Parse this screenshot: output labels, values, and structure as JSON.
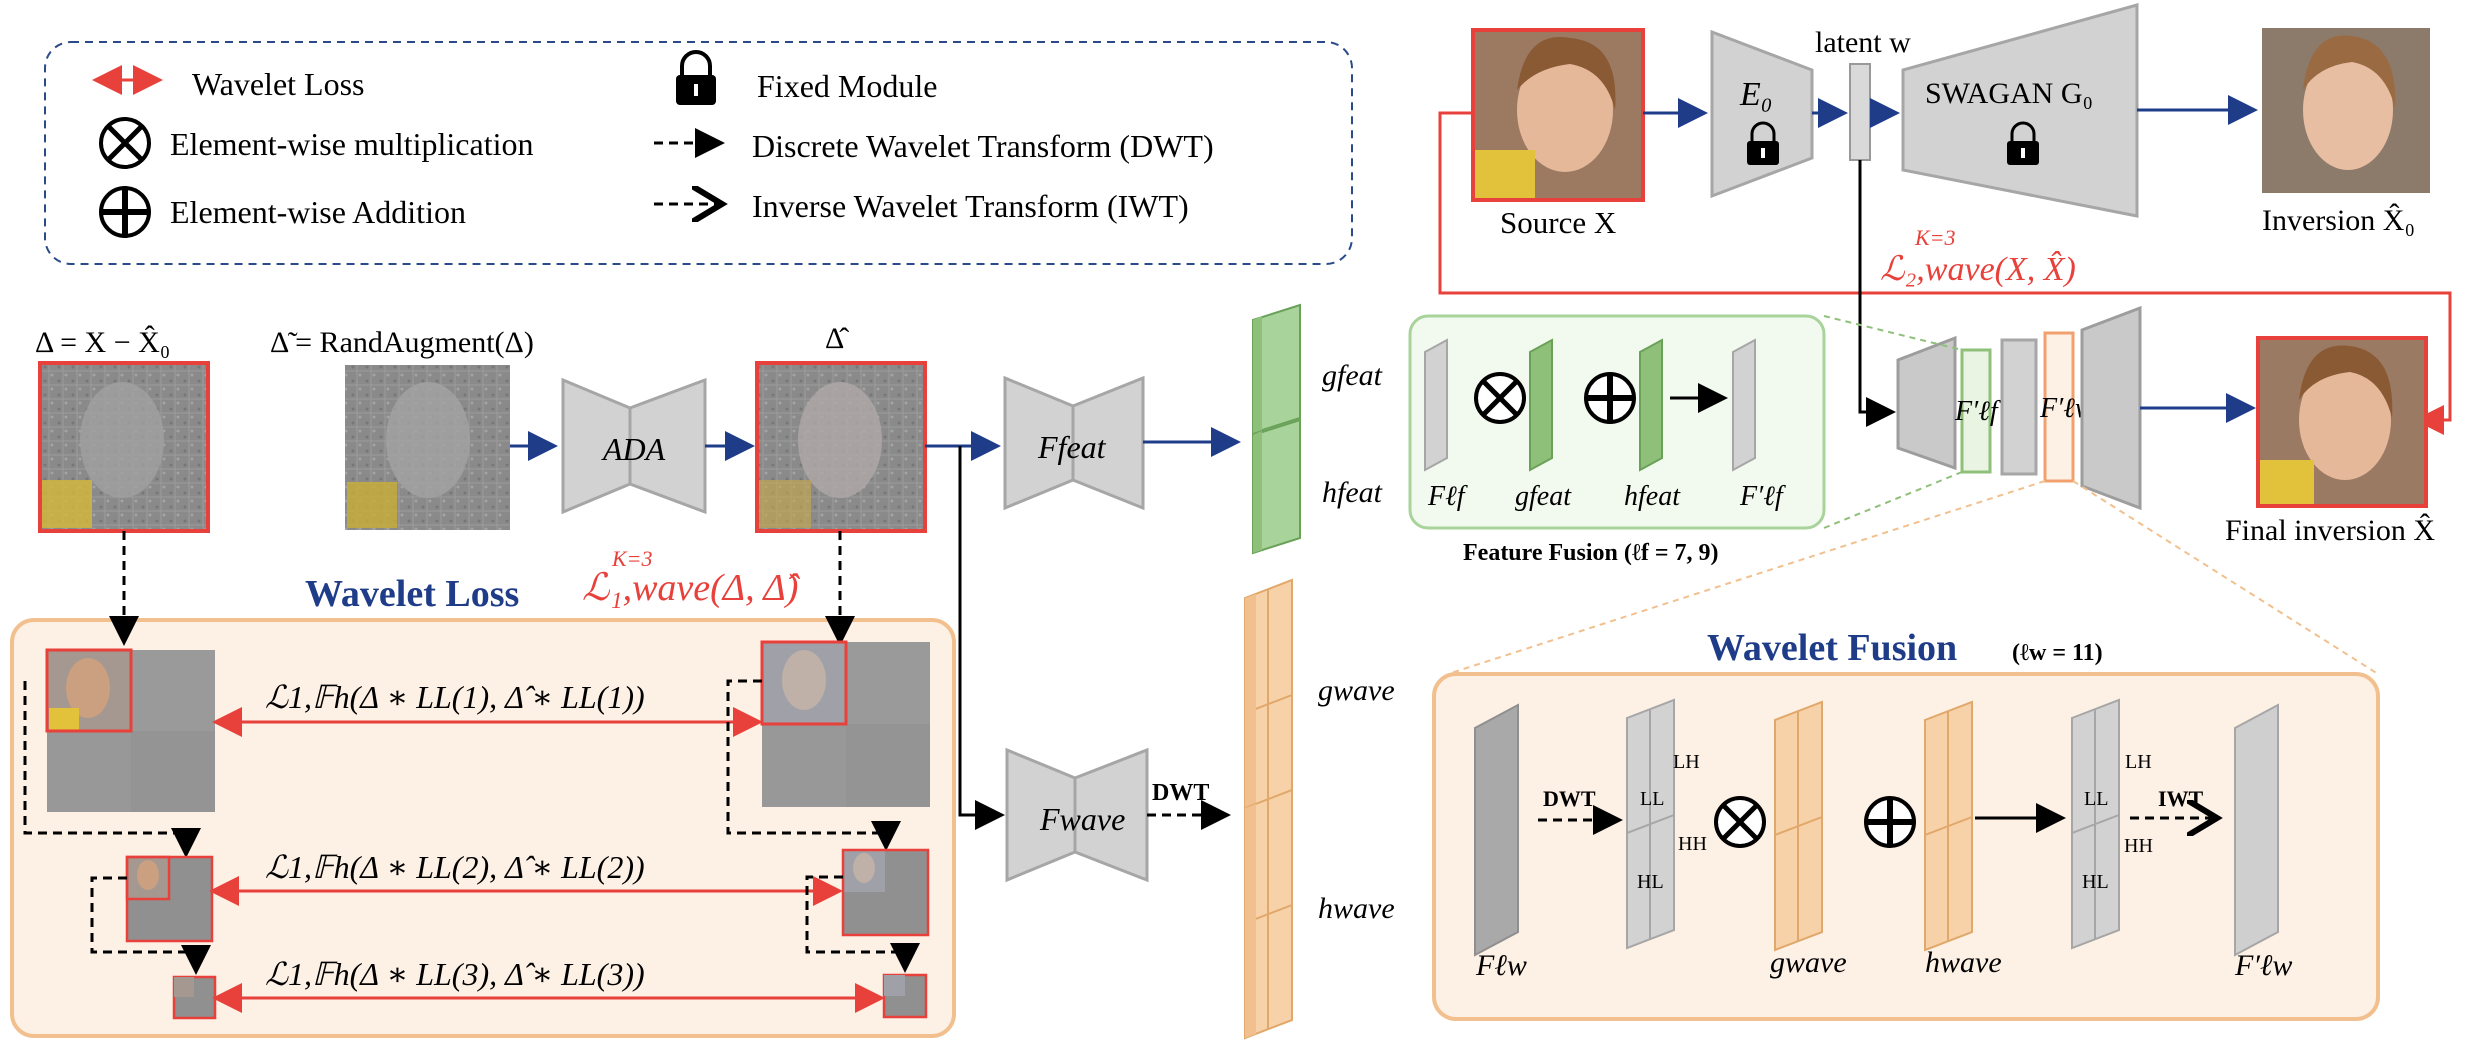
{
  "colors": {
    "red": "#e8403a",
    "navy": "#1f3c88",
    "green": "#8fc07a",
    "orange": "#f2c08e",
    "grey": "#cfcfcf",
    "panel_peach": "#fdf0e5",
    "panel_green_border": "#a8d39a"
  },
  "legend": {
    "wavelet_loss": "Wavelet Loss",
    "elementwise_mult": "Element-wise multiplication",
    "elementwise_add": "Element-wise Addition",
    "fixed_module": "Fixed Module",
    "dwt": "Discrete Wavelet Transform (DWT)",
    "iwt": "Inverse Wavelet Transform (IWT)"
  },
  "icons": [
    "lock-icon",
    "multiply-icon",
    "add-icon",
    "double-arrow-icon",
    "dashed-arrow-icon",
    "open-dashed-arrow-icon"
  ],
  "top": {
    "source": "Source X",
    "encoder": "E₀",
    "latent": "latent w",
    "generator": "SWAGAN G₀",
    "inversion": "Inversion X̂₀",
    "loss2": "ℒ₂,wave(X, X̂)",
    "loss2_sup": "K=3",
    "final": "Final inversion X̂"
  },
  "feature_fusion": {
    "label": "Feature Fusion (ℓf = 7, 9)",
    "items": [
      "Fℓf",
      "gfeat",
      "hfeat",
      "F′ℓf"
    ]
  },
  "generator_layers": [
    "F′ℓf",
    "F′ℓw"
  ],
  "middle": {
    "delta_eq": "Δ = X − X̂₀",
    "tilde_eq": "Δ̃ = RandAugment(Δ)",
    "ada": "ADA",
    "delta_hat": "Δ̂",
    "ffeat": "Ffeat",
    "gfeat": "gfeat",
    "hfeat": "hfeat"
  },
  "wavelet_loss": {
    "title": "Wavelet Loss",
    "loss1": "ℒ₁,wave(Δ, Δ̂)",
    "loss1_sup": "K=3",
    "terms": [
      "ℒ1,𝔽h(Δ ∗ LL(1), Δ̂ ∗ LL(1))",
      "ℒ1,𝔽h(Δ ∗ LL(2), Δ̂ ∗ LL(2))",
      "ℒ1,𝔽h(Δ ∗ LL(3), Δ̂ ∗ LL(3))"
    ]
  },
  "fwave": {
    "label": "Fwave",
    "dwt": "DWT",
    "gwave": "gwave",
    "hwave": "hwave"
  },
  "wavelet_fusion": {
    "title": "Wavelet Fusion",
    "subtitle": "(ℓw = 11)",
    "dwt": "DWT",
    "iwt": "IWT",
    "bands": [
      "LL",
      "LH",
      "HL",
      "HH"
    ],
    "flw": "Fℓw",
    "gwave": "gwave",
    "hwave": "hwave",
    "flw_prime": "F′ℓw"
  }
}
